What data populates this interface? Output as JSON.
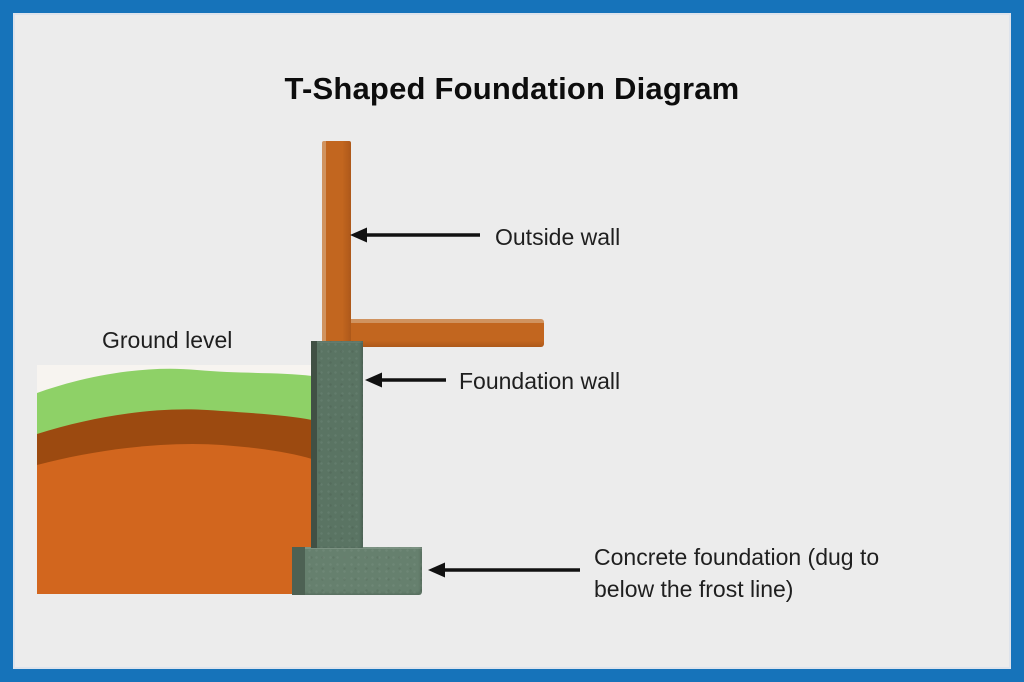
{
  "title": "T-Shaped Foundation Diagram",
  "labels": {
    "ground_level": "Ground level",
    "outside_wall": "Outside wall",
    "foundation_wall": "Foundation wall",
    "concrete_foundation": "Concrete foundation (dug to below the frost line)"
  },
  "colors": {
    "frame_blue": "#1673ba",
    "panel_gray": "#ececec",
    "panel_edge": "#dde3ec",
    "wall_orange": "#c2661f",
    "wall_orange_light": "#d0935f",
    "wall_orange_dark": "#ad581a",
    "foundation_green": "#5a7463",
    "foundation_green_dark": "#415044",
    "footing_green": "#66806e",
    "footing_green_dark": "#4d6153",
    "grass_green": "#8ed167",
    "soil_brown": "#9c4a10",
    "soil_orange": "#d2661e",
    "ground_sky": "#f7f4f0",
    "arrow_black": "#111111",
    "text_dark": "#1f1f1f",
    "title_dark": "#0d0d0d"
  }
}
